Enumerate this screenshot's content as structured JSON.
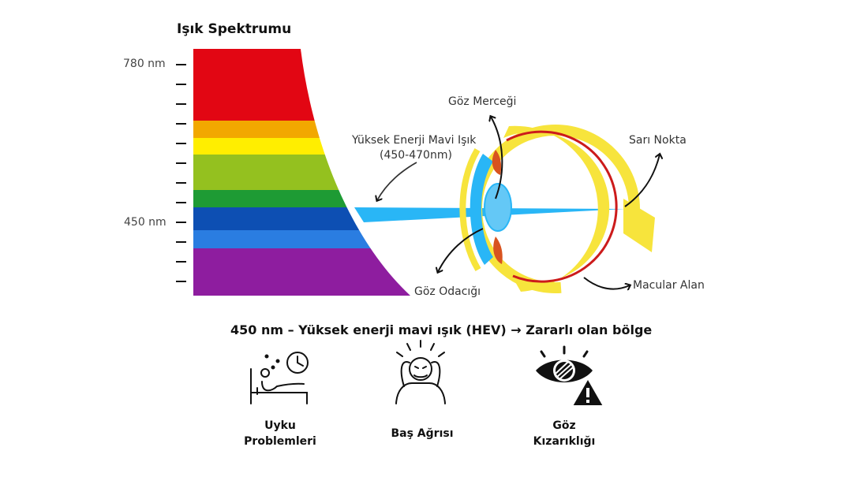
{
  "title": "Işık Spektrumu",
  "spectrum": {
    "tick_top_label": "780 nm",
    "tick_mid_label": "450 nm",
    "bands": [
      {
        "name": "red",
        "color": "#e20613"
      },
      {
        "name": "orange",
        "color": "#f2a800"
      },
      {
        "name": "yellow",
        "color": "#ffee00"
      },
      {
        "name": "yellow-green",
        "color": "#94c11f"
      },
      {
        "name": "green",
        "color": "#1e9b34"
      },
      {
        "name": "blue",
        "color": "#0d4fb3"
      },
      {
        "name": "light-blue",
        "color": "#2a7de1"
      },
      {
        "name": "violet",
        "color": "#8e1d9f"
      }
    ]
  },
  "eye": {
    "labels": {
      "lens": "Göz Merceği",
      "blue_light_line1": "Yüksek Enerji Mavi Işık",
      "blue_light_line2": "(450-470nm)",
      "fovea": "Sarı Nokta",
      "chamber": "Göz Odacığı",
      "macula": "Macular Alan"
    },
    "colors": {
      "sclera": "#f7e43c",
      "retina": "#cc1b1b",
      "beam": "#29b6f6",
      "iris": "#d8531f"
    }
  },
  "hev_caption": "450 nm – Yüksek enerji mavi ışık (HEV) → Zararlı olan bölge",
  "effects": [
    {
      "icon": "sleep-icon",
      "label": "Uyku Problemleri"
    },
    {
      "icon": "headache-icon",
      "label": "Baş Ağrısı"
    },
    {
      "icon": "eye-warning-icon",
      "label": "Göz Kızarıklığı"
    }
  ]
}
